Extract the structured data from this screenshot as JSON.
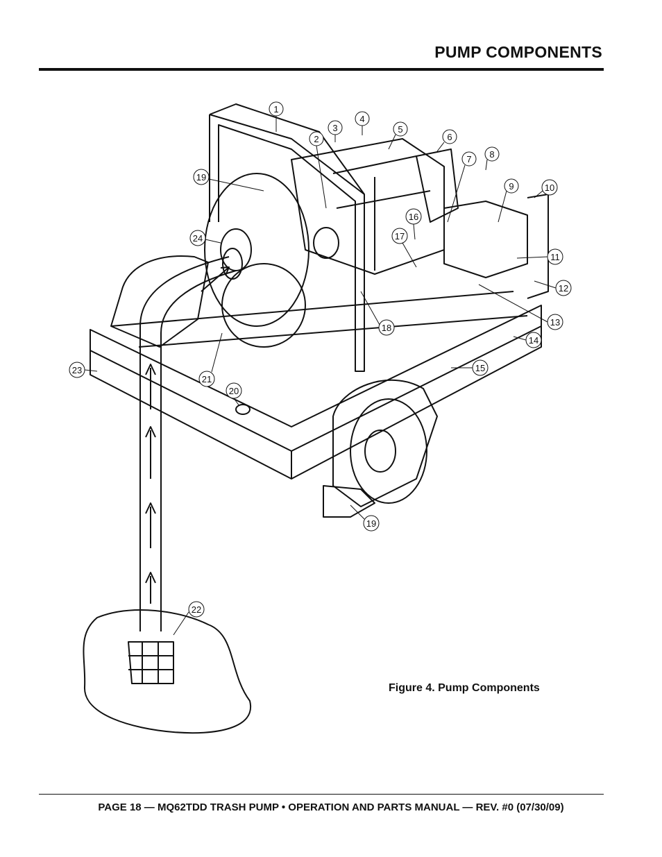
{
  "header": {
    "title": "PUMP COMPONENTS"
  },
  "figure": {
    "caption": "Figure 4. Pump Components",
    "callouts": [
      "1",
      "2",
      "3",
      "4",
      "5",
      "6",
      "7",
      "8",
      "9",
      "10",
      "11",
      "12",
      "13",
      "14",
      "15",
      "16",
      "17",
      "18",
      "19",
      "19",
      "20",
      "21",
      "22",
      "23",
      "24"
    ]
  },
  "footer": {
    "text": "PAGE 18 — MQ62TDD TRASH PUMP • OPERATION AND PARTS MANUAL — REV. #0 (07/30/09)"
  }
}
